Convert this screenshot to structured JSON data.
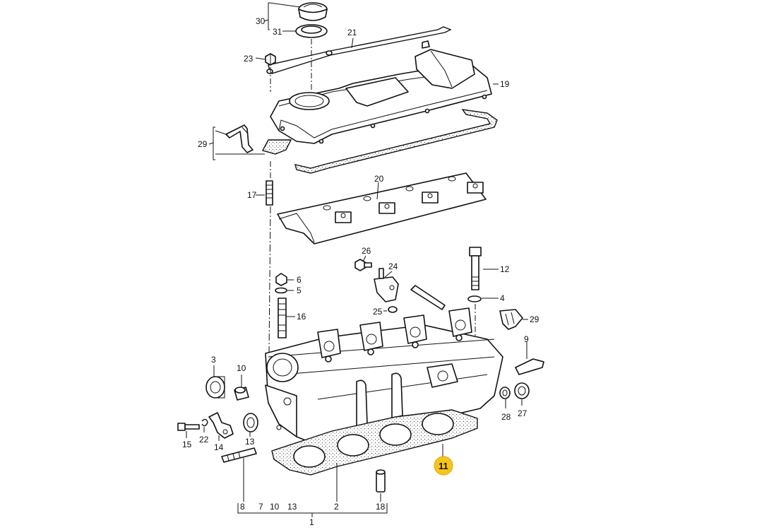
{
  "diagram": {
    "labels": {
      "p1": "1",
      "p2": "2",
      "p3": "3",
      "p4": "4",
      "p5": "5",
      "p6": "6",
      "p7": "7",
      "p8": "8",
      "p9": "9",
      "p10a": "10",
      "p10b": "10",
      "p11": "11",
      "p12": "12",
      "p13a": "13",
      "p13b": "13",
      "p14": "14",
      "p15": "15",
      "p16": "16",
      "p17": "17",
      "p18": "18",
      "p19": "19",
      "p20": "20",
      "p21": "21",
      "p22": "22",
      "p23": "23",
      "p24": "24",
      "p25": "25",
      "p26": "26",
      "p27": "27",
      "p28": "28",
      "p29a": "29",
      "p29b": "29",
      "p30": "30",
      "p31": "31"
    },
    "highlight_color": "#f5c518"
  }
}
